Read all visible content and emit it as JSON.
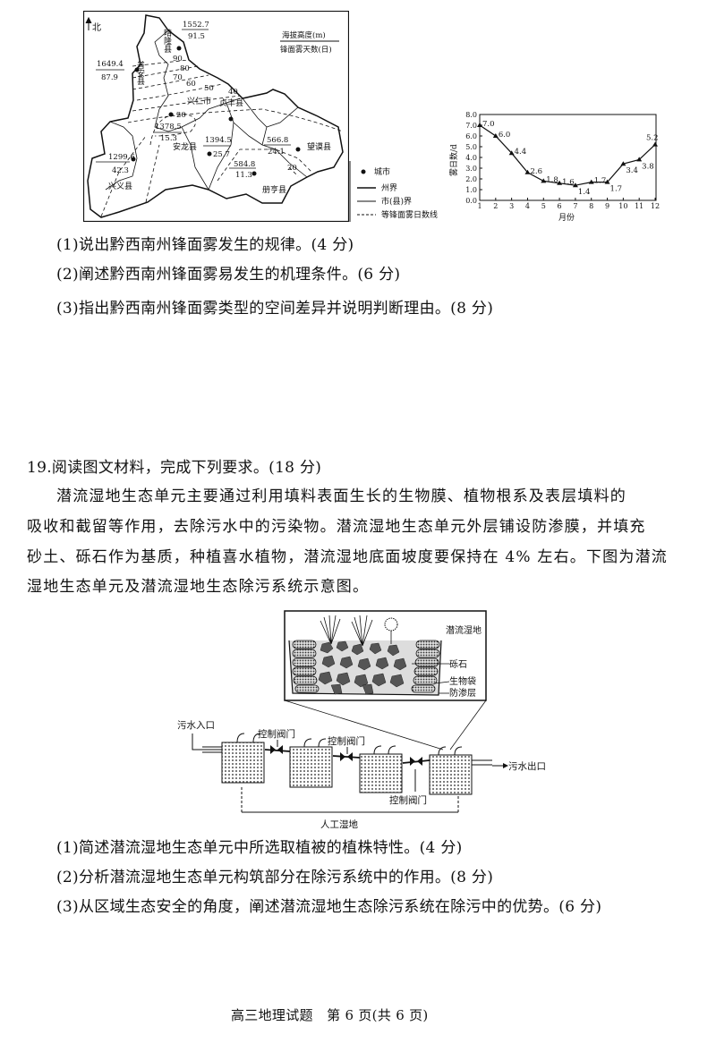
{
  "map": {
    "north": "北",
    "legend_title_top": "海拔高度(m)",
    "legend_title_bottom": "锋面雾天数(日)",
    "counties": {
      "qinglong": "晴隆县",
      "puan": "普安县",
      "xingren": "兴仁市",
      "zhenfeng": "贞丰县",
      "anlong": "安龙县",
      "wangmo": "望谟县",
      "ceheng": "册亨县",
      "xingyi": "兴义县"
    },
    "stations": [
      {
        "alt": "1552.7",
        "days": "91.5"
      },
      {
        "alt": "1649.4",
        "days": "87.9"
      },
      {
        "alt": "1378.5",
        "days": "15.3"
      },
      {
        "alt": "1394.5",
        "days": "25.7"
      },
      {
        "alt": "566.8",
        "days": "24.1"
      },
      {
        "alt": "584.8",
        "days": "11.3"
      },
      {
        "alt": "1299.6",
        "days": "42.3"
      }
    ],
    "isolines": [
      "90",
      "80",
      "70",
      "60",
      "50",
      "40",
      "20",
      "20"
    ],
    "legend": [
      "城市",
      "州界",
      "市(县)界",
      "等锋面雾日数线"
    ]
  },
  "chart_data": {
    "type": "line",
    "title": "",
    "xlabel": "月份",
    "ylabel": "雾日数/d",
    "x": [
      1,
      2,
      3,
      4,
      5,
      6,
      7,
      8,
      9,
      10,
      11,
      12
    ],
    "values": [
      7.0,
      6.0,
      4.4,
      2.6,
      1.8,
      1.6,
      1.4,
      1.7,
      1.7,
      3.4,
      3.8,
      5.2
    ],
    "data_labels": [
      "7.0",
      "6.0",
      "4.4",
      "2.6",
      "1.8",
      "1.6",
      "1.4",
      "1.7",
      "1.7",
      "3.4",
      "3.8",
      "5.2"
    ],
    "yticks": [
      "0.0",
      "1.0",
      "2.0",
      "3.0",
      "4.0",
      "5.0",
      "6.0",
      "7.0",
      "8.0"
    ],
    "xticks": [
      "1",
      "2",
      "3",
      "4",
      "5",
      "6",
      "7",
      "8",
      "9",
      "10",
      "11",
      "12"
    ],
    "ylim": [
      0,
      8
    ],
    "grid": false
  },
  "q18": [
    "(1)说出黔西南州锋面雾发生的规律。(4 分)",
    "(2)阐述黔西南州锋面雾易发生的机理条件。(6 分)",
    "(3)指出黔西南州锋面雾类型的空间差异并说明判断理由。(8 分)"
  ],
  "q19": {
    "header": "19.阅读图文材料，完成下列要求。(18 分)",
    "paragraph": [
      "潜流湿地生态单元主要通过利用填料表面生长的生物膜、植物根系及表层填料的",
      "吸收和截留等作用，去除污水中的污染物。潜流湿地生态单元外层铺设防渗膜，并填充",
      "砂土、砾石作为基质，种植喜水植物，潜流湿地底面坡度要保持在 4% 左右。下图为潜流",
      "湿地生态单元及潜流湿地生态除污系统示意图。"
    ],
    "diagram": {
      "inset_title": "潜流湿地",
      "gravel": "砾石",
      "biobag": "生物袋",
      "liner": "防渗层",
      "inlet": "污水入口",
      "outlet": "污水出口",
      "valve": "控制阀门",
      "wetland": "人工湿地"
    },
    "questions": [
      "(1)简述潜流湿地生态单元中所选取植被的植株特性。(4 分)",
      "(2)分析潜流湿地生态单元构筑部分在除污系统中的作用。(8 分)",
      "(3)从区域生态安全的角度，阐述潜流湿地生态除污系统在除污中的优势。(6 分)"
    ]
  },
  "footer": "高三地理试题　第 6 页(共 6 页)"
}
